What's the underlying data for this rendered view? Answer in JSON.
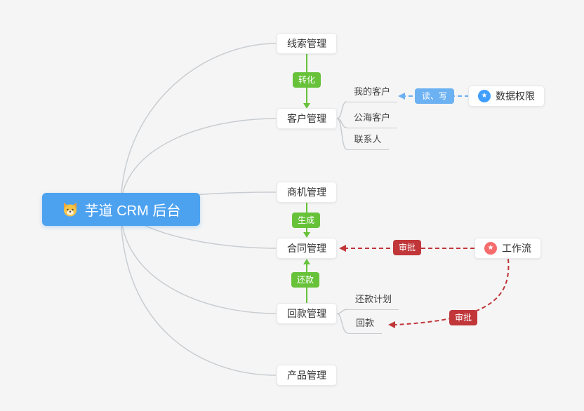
{
  "root": {
    "label": "芋道 CRM 后台"
  },
  "nodes": {
    "leads": {
      "label": "线索管理"
    },
    "customer": {
      "label": "客户管理"
    },
    "business": {
      "label": "商机管理"
    },
    "contract": {
      "label": "合同管理"
    },
    "receivable": {
      "label": "回款管理"
    },
    "product": {
      "label": "产品管理"
    },
    "data_permission": {
      "label": "数据权限",
      "icon": "star-icon"
    },
    "workflow": {
      "label": "工作流",
      "icon": "star-icon"
    }
  },
  "children": {
    "my_customer": {
      "label": "我的客户"
    },
    "public_customer": {
      "label": "公海客户"
    },
    "contact": {
      "label": "联系人"
    },
    "repayment_plan": {
      "label": "还款计划"
    },
    "repayment": {
      "label": "回款"
    }
  },
  "edge_labels": {
    "convert": {
      "label": "转化"
    },
    "generate": {
      "label": "生成"
    },
    "repay": {
      "label": "还款"
    },
    "read_write": {
      "label": "读、写"
    },
    "approve_contract": {
      "label": "审批"
    },
    "approve_receivable": {
      "label": "审批"
    }
  },
  "glyphs": {
    "star": "★"
  },
  "colors": {
    "root_bg": "#4DA2F0",
    "green": "#67C23A",
    "red": "#C03639",
    "blue_label": "#6CB1F2",
    "primary_icon": "#409EFF",
    "danger_icon": "#F56C6C",
    "connector": "#C9CDD1",
    "background": "#F5F5F5"
  }
}
